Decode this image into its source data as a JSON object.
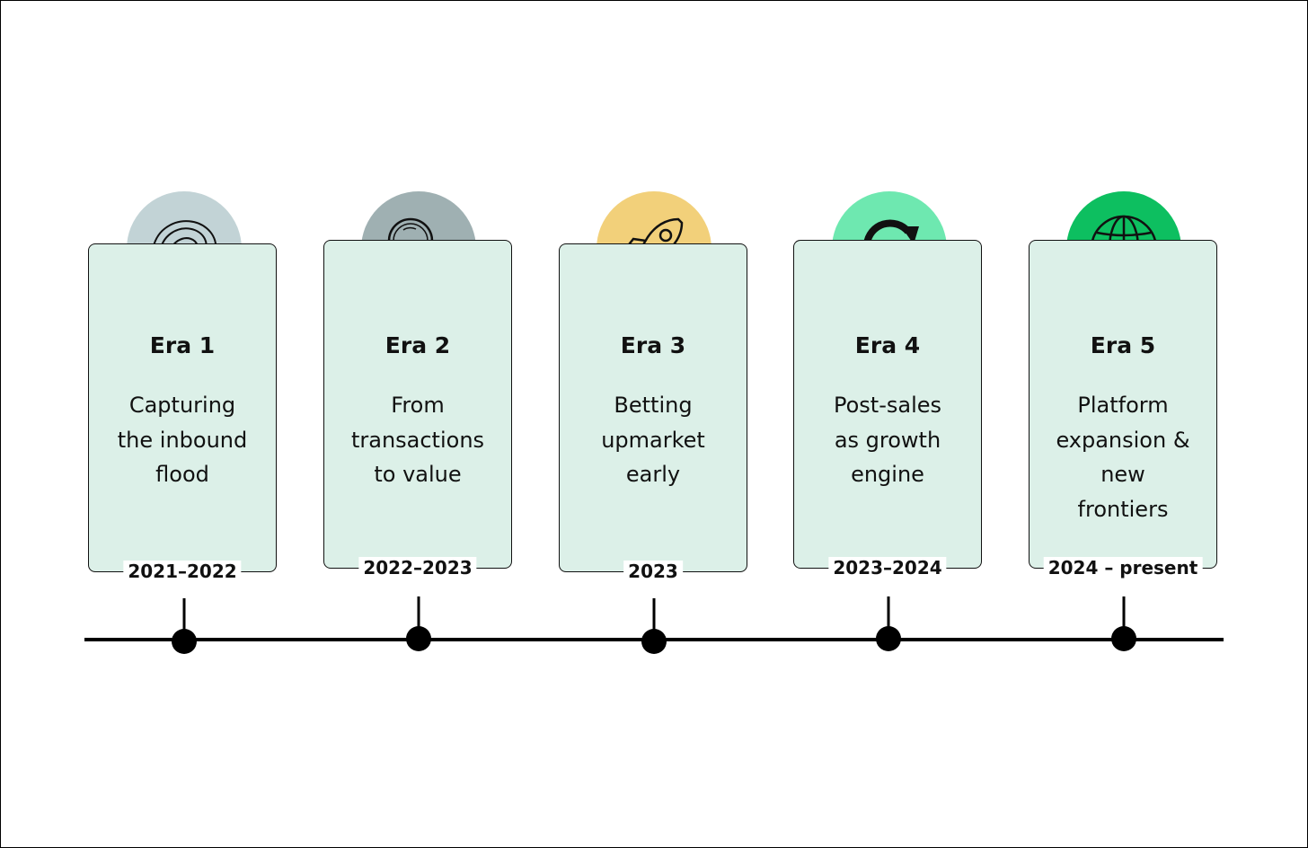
{
  "eras": [
    {
      "title": "Era 1",
      "description": "Capturing\nthe inbound\nflood",
      "date": "2021–2022",
      "icon": "wave-icon",
      "icon_bg": "#c2d3d6"
    },
    {
      "title": "Era 2",
      "description": "From\ntransactions\nto value",
      "date": "2022–2023",
      "icon": "magnifier-icon",
      "icon_bg": "#9fb0b2"
    },
    {
      "title": "Era 3",
      "description": "Betting\nupmarket\nearly",
      "date": "2023",
      "icon": "rocket-icon",
      "icon_bg": "#f2d07a"
    },
    {
      "title": "Era 4",
      "description": "Post-sales\nas growth\nengine",
      "date": "2023–2024",
      "icon": "refresh-icon",
      "icon_bg": "#6ee8b0"
    },
    {
      "title": "Era 5",
      "description": "Platform\nexpansion &\nnew\nfrontiers",
      "date": "2024 – present",
      "icon": "globe-icon",
      "icon_bg": "#0dbf60"
    }
  ],
  "colors": {
    "card_bg": "#dcf0e8",
    "line": "#000000"
  }
}
